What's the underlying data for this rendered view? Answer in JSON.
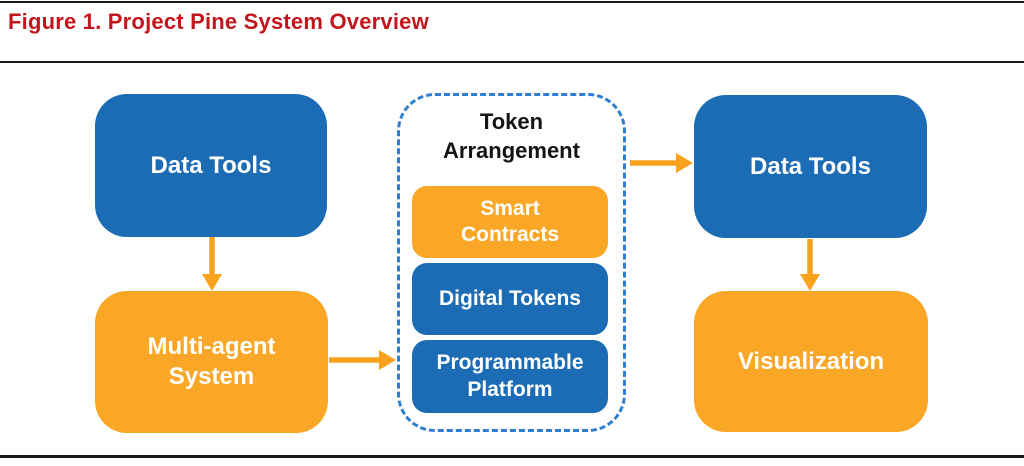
{
  "title": "Figure 1. Project Pine System Overview",
  "colors": {
    "node_blue": "#1b6cb4",
    "node_orange": "#faa728",
    "arrow_orange": "#faa21d",
    "dashed_border_blue": "#2e7fd0",
    "title_red": "#c3161c",
    "rule_black": "#1a1a1a"
  },
  "diagram": {
    "left_column": {
      "top_node": "Data Tools",
      "bottom_node": "Multi-agent System"
    },
    "center_group": {
      "title": "Token Arrangement",
      "items": [
        {
          "label": "Smart Contracts",
          "color_name": "orange"
        },
        {
          "label": "Digital Tokens",
          "color_name": "blue"
        },
        {
          "label": "Programmable Platform",
          "color_name": "blue"
        }
      ]
    },
    "right_column": {
      "top_node": "Data Tools",
      "bottom_node": "Visualization"
    },
    "connections": [
      {
        "from": "Data Tools (left)",
        "to": "Multi-agent System"
      },
      {
        "from": "Multi-agent System",
        "to": "Token Arrangement"
      },
      {
        "from": "Token Arrangement",
        "to": "Data Tools (right)"
      },
      {
        "from": "Data Tools (right)",
        "to": "Visualization"
      }
    ]
  }
}
